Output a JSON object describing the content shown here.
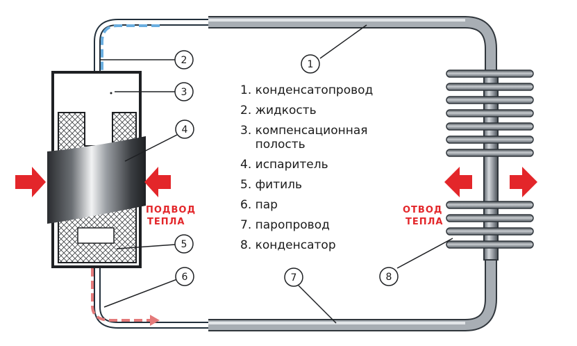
{
  "legend": [
    {
      "number": "1.",
      "text": "конденсатопровод"
    },
    {
      "number": "2.",
      "text": "жидкость"
    },
    {
      "number": "3.",
      "text": "компенсационная полость"
    },
    {
      "number": "4.",
      "text": "испаритель"
    },
    {
      "number": "5.",
      "text": "фитиль"
    },
    {
      "number": "6.",
      "text": "пар"
    },
    {
      "number": "7.",
      "text": "паропровод"
    },
    {
      "number": "8.",
      "text": "конденсатор"
    }
  ],
  "callouts": [
    "1",
    "2",
    "3",
    "4",
    "5",
    "6",
    "7",
    "8"
  ],
  "labels": {
    "heat_in_line1": "ПОДВОД",
    "heat_in_line2": "ТЕПЛА",
    "heat_out_line1": "ОТВОД",
    "heat_out_line2": "ТЕПЛА"
  },
  "colors": {
    "heat_arrow": "#e3262a",
    "liquid_flow": "#6aaee0",
    "vapor_flow": "#e47a7a",
    "pipe": "#8a9097",
    "pipe_outline": "#30363c"
  }
}
